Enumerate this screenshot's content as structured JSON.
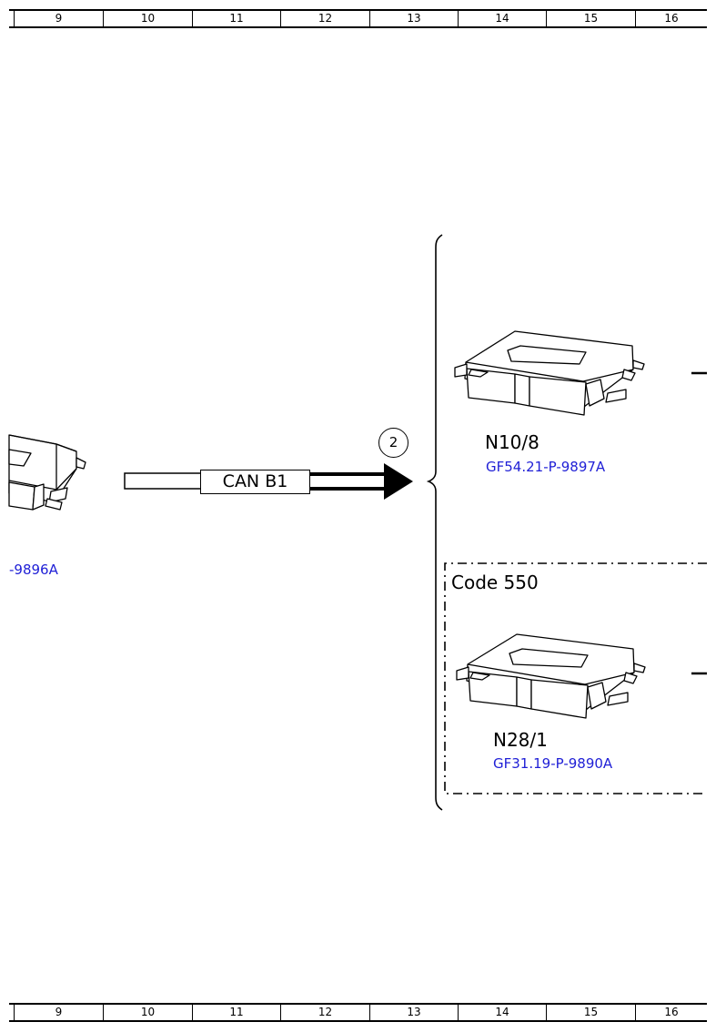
{
  "ruler": {
    "columns": [
      "9",
      "10",
      "11",
      "12",
      "13",
      "14",
      "15",
      "16"
    ]
  },
  "left_module": {
    "link": "-9896A"
  },
  "connection": {
    "bus_label": "CAN B1",
    "marker": "2"
  },
  "module_n10_8": {
    "name": "N10/8",
    "link": "GF54.21-P-9897A"
  },
  "code_group": {
    "label": "Code 550"
  },
  "module_n28_1": {
    "name": "N28/1",
    "link": "GF31.19-P-9890A"
  },
  "colors": {
    "link": "#1f1fd6",
    "line": "#000000"
  }
}
